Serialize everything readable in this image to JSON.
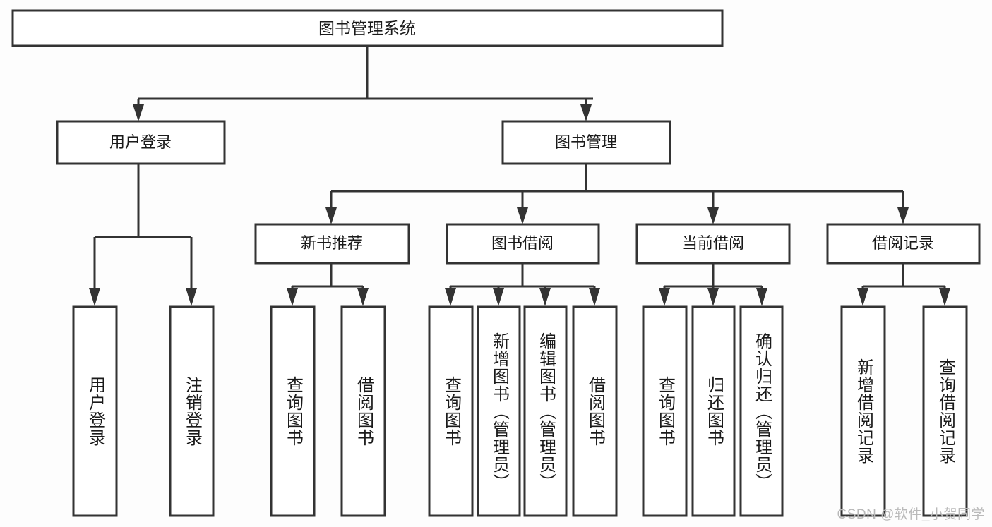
{
  "diagram": {
    "title": "图书管理系统",
    "type": "tree",
    "colors": {
      "background": "#fdfdfd",
      "box_fill": "#ffffff",
      "line": "#333333",
      "text": "#1a1a1a",
      "watermark": "#b9b9b9"
    },
    "root": {
      "label": "图书管理系统"
    },
    "level1": [
      {
        "label": "用户登录"
      },
      {
        "label": "图书管理"
      }
    ],
    "level2": [
      {
        "label": "新书推荐"
      },
      {
        "label": "图书借阅"
      },
      {
        "label": "当前借阅"
      },
      {
        "label": "借阅记录"
      }
    ],
    "leaves": {
      "user_login": [
        {
          "label": "用户登录"
        },
        {
          "label": "注销登录"
        }
      ],
      "new_book_recommend": [
        {
          "label": "查询图书"
        },
        {
          "label": "借阅图书"
        }
      ],
      "book_borrow": [
        {
          "label": "查询图书"
        },
        {
          "label": "新增图书（管理员）"
        },
        {
          "label": "编辑图书（管理员）"
        },
        {
          "label": "借阅图书"
        }
      ],
      "current_borrow": [
        {
          "label": "查询图书"
        },
        {
          "label": "归还图书"
        },
        {
          "label": "确认归还（管理员）"
        }
      ],
      "borrow_record": [
        {
          "label": "新增借阅记录"
        },
        {
          "label": "查询借阅记录"
        }
      ]
    },
    "watermark": "CSDN @软件_小贺同学"
  }
}
